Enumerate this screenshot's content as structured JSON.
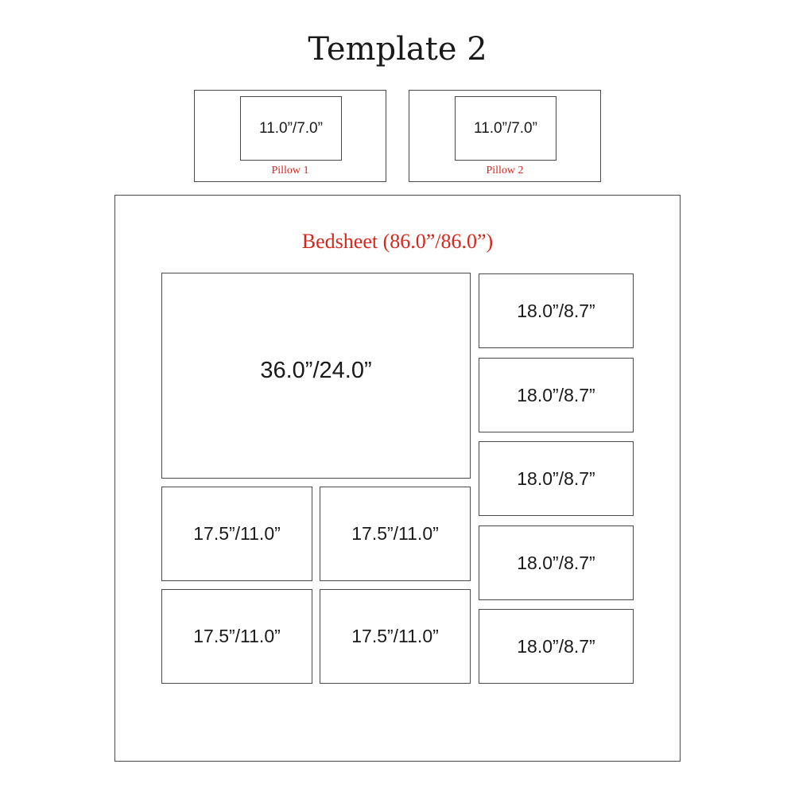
{
  "title": "Template 2",
  "accent_color": "#d9261c",
  "pillows": [
    {
      "dimension": "11.0”/7.0”",
      "label": "Pillow 1"
    },
    {
      "dimension": "11.0”/7.0”",
      "label": "Pillow 2"
    }
  ],
  "bedsheet": {
    "title": "Bedsheet (86.0”/86.0”)",
    "main_panel": "36.0”/24.0”",
    "small_panels": [
      "17.5”/11.0”",
      "17.5”/11.0”",
      "17.5”/11.0”",
      "17.5”/11.0”"
    ],
    "side_panels": [
      "18.0”/8.7”",
      "18.0”/8.7”",
      "18.0”/8.7”",
      "18.0”/8.7”",
      "18.0”/8.7”"
    ]
  }
}
